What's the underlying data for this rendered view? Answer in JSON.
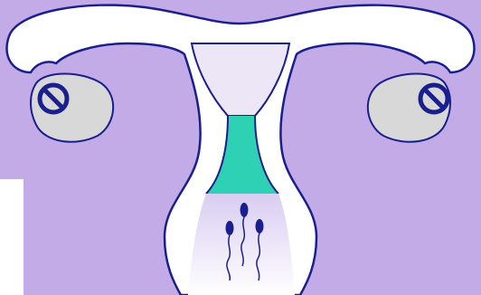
{
  "diagram": {
    "colors": {
      "background": "#c3abe8",
      "organ_fill": "#ffffff",
      "outline": "#1a1f8e",
      "cavity_fill": "#ece6f7",
      "mucus_fill": "#2ed1b3",
      "ovary_fill": "#d8d8d8",
      "blocked_symbol": "#1a1f8e",
      "sperm": "#1a1f8e"
    },
    "parts": [
      "uterus",
      "left-fallopian-tube",
      "right-fallopian-tube",
      "left-ovary",
      "right-ovary",
      "uterine-cavity",
      "cervical-mucus",
      "vaginal-canal",
      "sperm"
    ],
    "ovaries_blocked": true,
    "sperm_count": 3
  }
}
